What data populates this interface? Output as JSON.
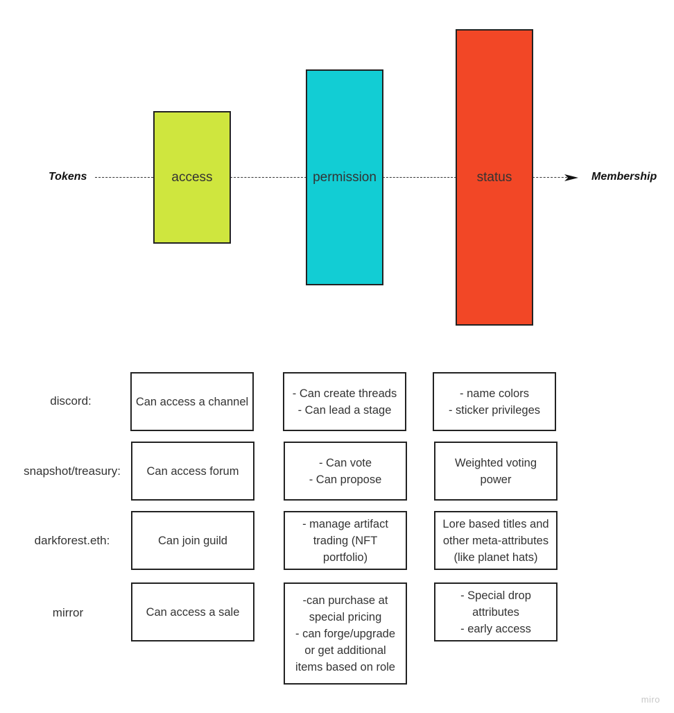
{
  "flow": {
    "start_label": "Tokens",
    "end_label": "Membership",
    "stages": [
      {
        "label": "access",
        "color": "#cfe63e"
      },
      {
        "label": "permission",
        "color": "#12cdd4"
      },
      {
        "label": "status",
        "color": "#f24726"
      }
    ]
  },
  "table": {
    "rows": [
      {
        "label": "discord:",
        "cells": [
          "Can access a channel",
          "- Can create threads\n- Can lead a stage",
          "- name colors\n- sticker privileges"
        ]
      },
      {
        "label": "snapshot/treasury:",
        "cells": [
          "Can access forum",
          "- Can vote\n- Can propose",
          "Weighted voting\npower"
        ]
      },
      {
        "label": "darkforest.eth:",
        "cells": [
          "Can join guild",
          "- manage artifact\ntrading (NFT\nportfolio)",
          "Lore based titles and\nother meta-attributes\n(like planet hats)"
        ]
      },
      {
        "label": "mirror",
        "cells": [
          "Can access a sale",
          "-can purchase at\nspecial pricing\n- can forge/upgrade\nor get additional\nitems based on role",
          "- Special drop\nattributes\n- early access"
        ]
      }
    ]
  },
  "watermark": "miro"
}
